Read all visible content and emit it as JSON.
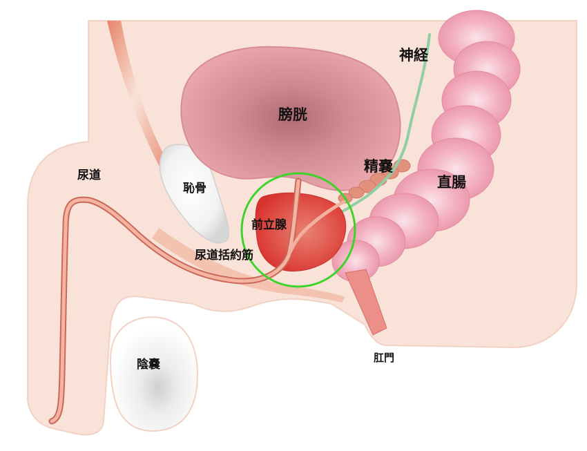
{
  "labels": {
    "bladder": "膀胱",
    "nerve": "神経",
    "seminal_vesicle": "精嚢",
    "rectum": "直腸",
    "urethra": "尿道",
    "pubic_bone": "恥骨",
    "prostate": "前立腺",
    "urethral_sphincter": "尿道括約筋",
    "scrotum": "陰嚢",
    "anus": "肛門"
  },
  "colors": {
    "skin": "#f9e2d8",
    "skin_outline": "#f1d2c5",
    "bladder": "#e7a3aa",
    "bladder_center": "#b9727a",
    "rectum": "#f2a6b8",
    "prostate": "#e0463e",
    "urethra": "#e88a74",
    "nerve": "#8fcfa5",
    "highlight_ring": "#3fd32a",
    "bone": "#f0f0f0"
  }
}
